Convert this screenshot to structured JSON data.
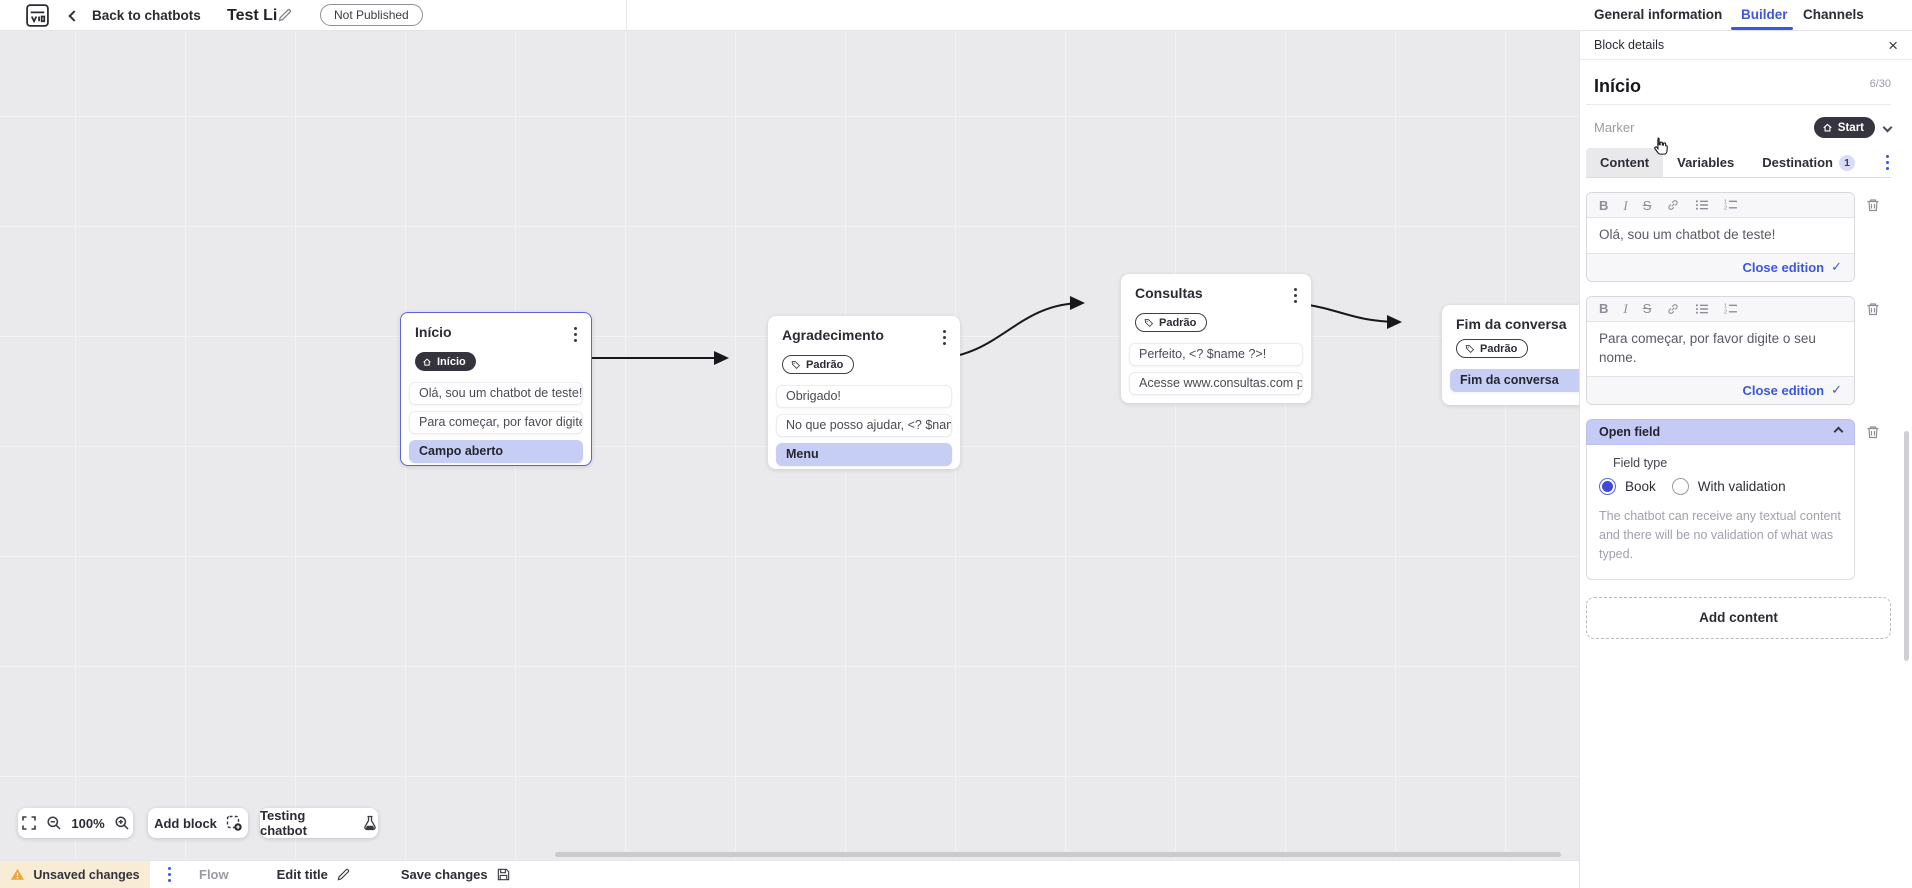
{
  "topbar": {
    "back_label": "Back to chatbots",
    "title": "Test Li",
    "status_badge": "Not Published",
    "tabs": [
      {
        "label": "General information"
      },
      {
        "label": "Builder"
      },
      {
        "label": "Channels"
      }
    ]
  },
  "panel": {
    "header_title": "Block details",
    "block_name": "Início",
    "name_counter": "6/30",
    "marker_label": "Marker",
    "marker_value": "Start",
    "tabs": [
      {
        "label": "Content"
      },
      {
        "label": "Variables"
      },
      {
        "label": "Destination",
        "badge": "1"
      }
    ],
    "editors": [
      {
        "text": "Olá, sou um chatbot de teste!",
        "close_label": "Close edition"
      },
      {
        "text": "Para começar, por favor digite o seu nome.",
        "close_label": "Close edition"
      }
    ],
    "open_field": {
      "title": "Open field",
      "field_type_label": "Field type",
      "options": [
        {
          "label": "Book",
          "selected": true
        },
        {
          "label": "With validation",
          "selected": false
        }
      ],
      "description": "The chatbot can receive any textual content and there will be no validation of what was typed."
    },
    "add_content_label": "Add content"
  },
  "canvas": {
    "blocks": [
      {
        "title": "Início",
        "marker": "Início",
        "items": [
          {
            "text": "Olá, sou um chatbot de teste!"
          },
          {
            "text": "Para começar, por favor digite o ..."
          },
          {
            "text": "Campo aberto",
            "highlight": true
          }
        ]
      },
      {
        "title": "Agradecimento",
        "marker": "Padrão",
        "items": [
          {
            "text": "Obrigado!"
          },
          {
            "text": "No que posso ajudar, <? $name ..."
          },
          {
            "text": "Menu",
            "highlight": true
          }
        ]
      },
      {
        "title": "Consultas",
        "marker": "Padrão",
        "items": [
          {
            "text": "Perfeito, <? $name ?>!"
          },
          {
            "text": "Acesse www.consultas.com par..."
          }
        ]
      },
      {
        "title": "Fim da conversa",
        "marker": "Padrão",
        "items": [
          {
            "text": "Fim da conversa",
            "highlight": true
          }
        ]
      }
    ],
    "controls": {
      "zoom_level": "100%",
      "add_block_label": "Add block",
      "testing_label": "Testing chatbot"
    }
  },
  "statusbar": {
    "unsaved_label": "Unsaved changes",
    "flow_label": "Flow",
    "edit_title_label": "Edit title",
    "save_label": "Save changes"
  },
  "colors": {
    "accent_blue": "#3c57de",
    "highlight_row": "#c7cef5",
    "dark_pill": "#34333e",
    "open_field_header": "#c5cbf4",
    "warning_bg": "#f9ecd5",
    "warning_icon": "#eaa53d",
    "canvas_bg": "#eaeaec"
  }
}
